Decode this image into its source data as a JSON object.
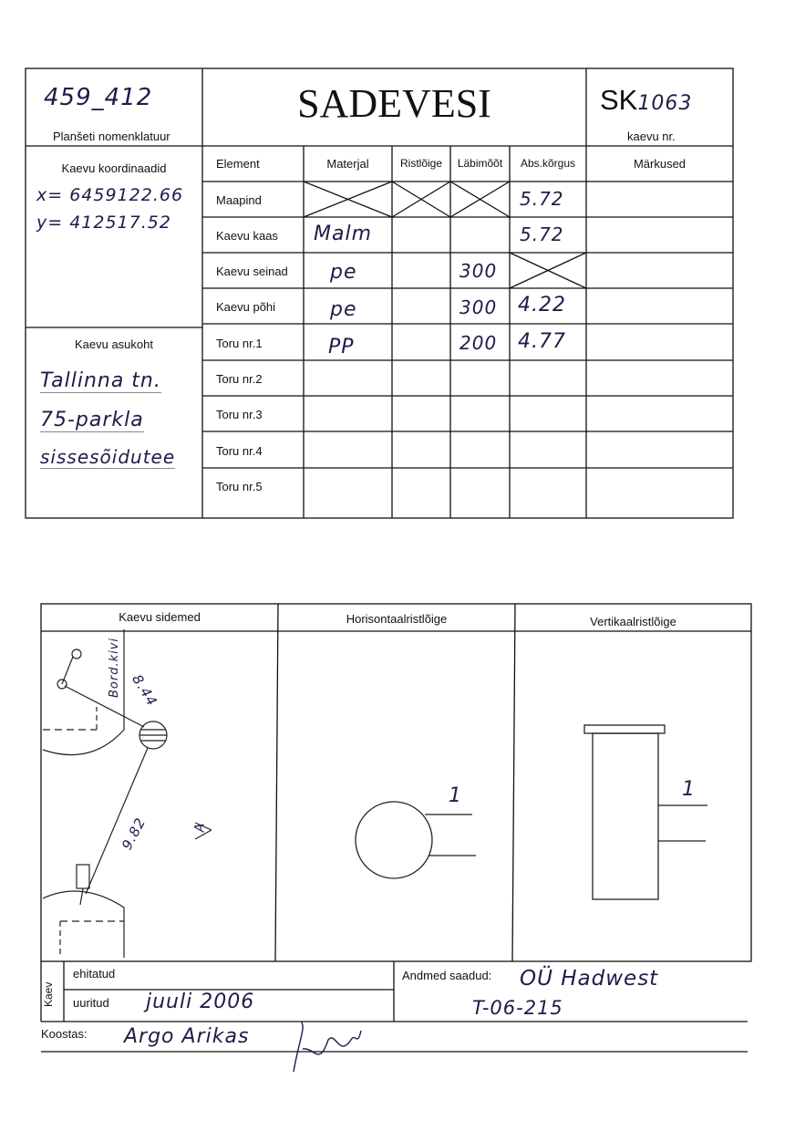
{
  "header": {
    "nomenclature_value": "459_412",
    "nomenclature_label": "Planšeti nomenklatuur",
    "title": "SADEVESI",
    "well_prefix": "SK",
    "well_number": "1063",
    "well_label": "kaevu nr."
  },
  "coordinates": {
    "label": "Kaevu koordinaadid",
    "x": "x= 6459122.66",
    "y": "y= 412517.52"
  },
  "location": {
    "label": "Kaevu asukoht",
    "lines": [
      "Tallinna tn.",
      "75-parkla",
      "sissesõidutee"
    ]
  },
  "table": {
    "headers": [
      "Element",
      "Materjal",
      "Ristlõige",
      "Läbimõõt",
      "Abs.kõrgus",
      "Märkused"
    ],
    "rows": [
      {
        "element": "Maapind",
        "materjal": "",
        "ristloige": "",
        "labimoot": "",
        "abs": "5.72"
      },
      {
        "element": "Kaevu kaas",
        "materjal": "Malm",
        "ristloige": "",
        "labimoot": "",
        "abs": "5.72"
      },
      {
        "element": "Kaevu seinad",
        "materjal": "pe",
        "ristloige": "",
        "labimoot": "300",
        "abs": ""
      },
      {
        "element": "Kaevu põhi",
        "materjal": "pe",
        "ristloige": "",
        "labimoot": "300",
        "abs": "4.22"
      },
      {
        "element": "Toru nr.1",
        "materjal": "PP",
        "ristloige": "",
        "labimoot": "200",
        "abs": "4.77"
      },
      {
        "element": "Toru nr.2",
        "materjal": "",
        "ristloige": "",
        "labimoot": "",
        "abs": ""
      },
      {
        "element": "Toru nr.3",
        "materjal": "",
        "ristloige": "",
        "labimoot": "",
        "abs": ""
      },
      {
        "element": "Toru nr.4",
        "materjal": "",
        "ristloige": "",
        "labimoot": "",
        "abs": ""
      },
      {
        "element": "Toru nr.5",
        "materjal": "",
        "ristloige": "",
        "labimoot": "",
        "abs": ""
      }
    ]
  },
  "sketch": {
    "col1_label": "Kaevu sidemed",
    "col2_label": "Horisontaalristlõige",
    "col3_label": "Vertikaalristlõige",
    "bordur_label": "Bord.kivi",
    "dist1": "8.44",
    "dist2": "9.82",
    "arrow_label": "A",
    "pipe_label_h": "1",
    "pipe_label_v": "1"
  },
  "footer": {
    "kaev_label": "Kaev",
    "ehitatud_label": "ehitatud",
    "uuritud_label": "uuritud",
    "uuritud_value": "juuli 2006",
    "andmed_label": "Andmed saadud:",
    "andmed_value1": "OÜ Hadwest",
    "andmed_value2": "T-06-215",
    "koostas_label": "Koostas:",
    "koostas_value": "Argo Arikas"
  }
}
